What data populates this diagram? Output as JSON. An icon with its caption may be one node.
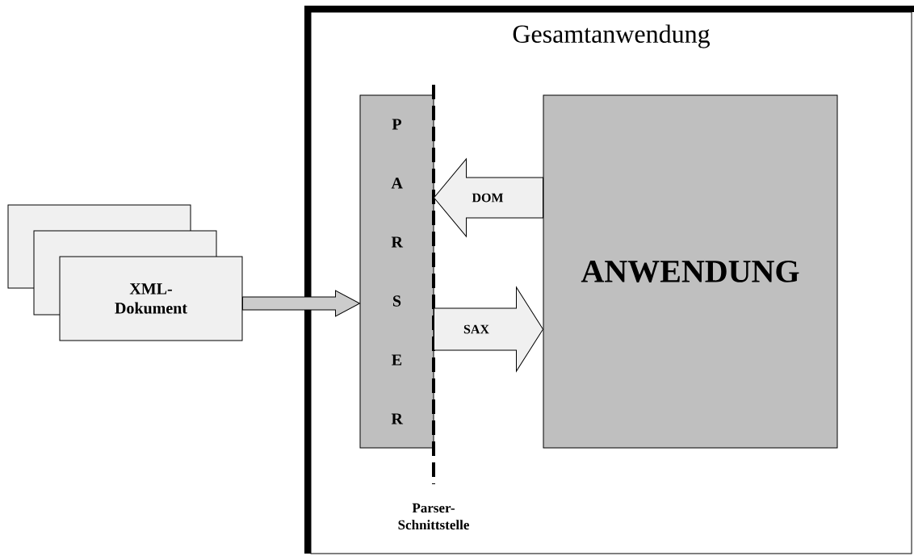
{
  "diagram": {
    "nodes": [
      {
        "text": [
          "Gesamtanwendung"
        ]
      },
      {
        "text": [
          "P A R S E R"
        ],
        "in": 0
      },
      {
        "text": [
          "ANWENDUNG"
        ],
        "in": 0
      },
      {
        "text": [],
        "shape": "box"
      },
      {
        "text": [],
        "shape": "box"
      },
      {
        "text": [
          "XML- Dokument"
        ]
      }
    ],
    "edges": [
      {
        "from": 5,
        "to": 1,
        "arrow": "to"
      },
      {
        "from": 2,
        "to": 1,
        "arrow": "to",
        "label": "DOM"
      },
      {
        "from": 1,
        "to": 2,
        "arrow": "to",
        "label": "SAX"
      }
    ],
    "labels": [
      "Parser- Schnittstelle"
    ]
  }
}
